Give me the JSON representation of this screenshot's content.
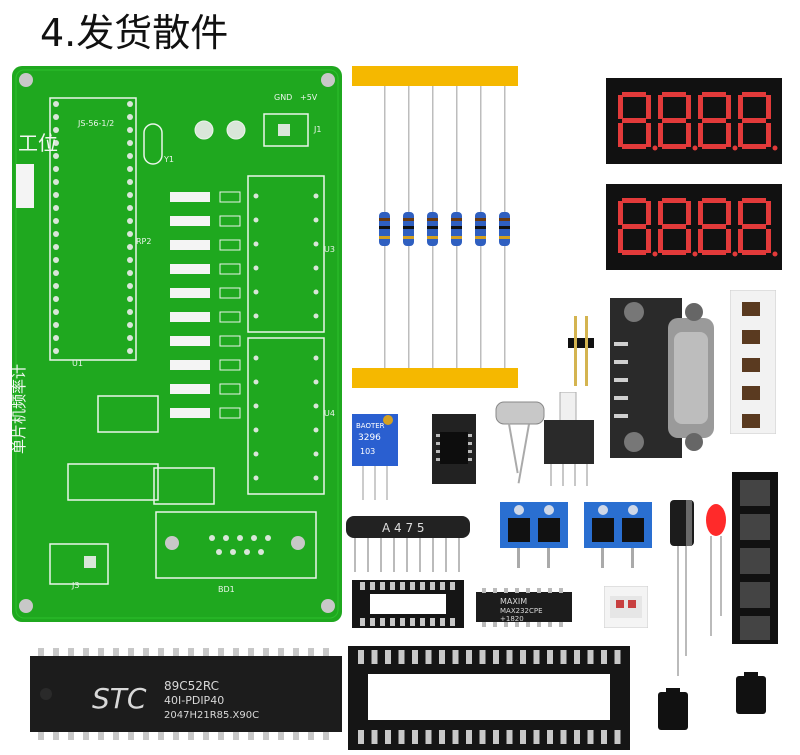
{
  "title": "4.发货散件",
  "pcb": {
    "label_gongwei": "工位",
    "label_side": "单片机频率计",
    "ic_u1": "U1",
    "ic_u3": "U3",
    "ic_u4": "U4",
    "y1": "Y1",
    "j1": "J1",
    "j3": "J3",
    "bd1": "BD1",
    "gnd": "GND",
    "plus5v": "+5V",
    "rp2": "RP2",
    "chip_part": "JS-56-1/2"
  },
  "parts": {
    "stc_logo": "STC",
    "stc_line1": "89C52RC",
    "stc_line2": "40I-PDIP40",
    "stc_line3": "2047H21R85.X90C",
    "rnet": "A 4 7 5",
    "max_logo": "MAXIM",
    "max_line1": "MAX232CPE",
    "max_line2": "+1820",
    "pot_brand": "BAOTER",
    "pot_model": "3296",
    "pot_val": "103"
  },
  "colors": {
    "pcb_green": "#1fa81f",
    "pcb_dark": "#168a16",
    "tape_yellow": "#f5b800",
    "terminal_blue": "#2a6fd1",
    "seg_red": "#e23a3a"
  }
}
